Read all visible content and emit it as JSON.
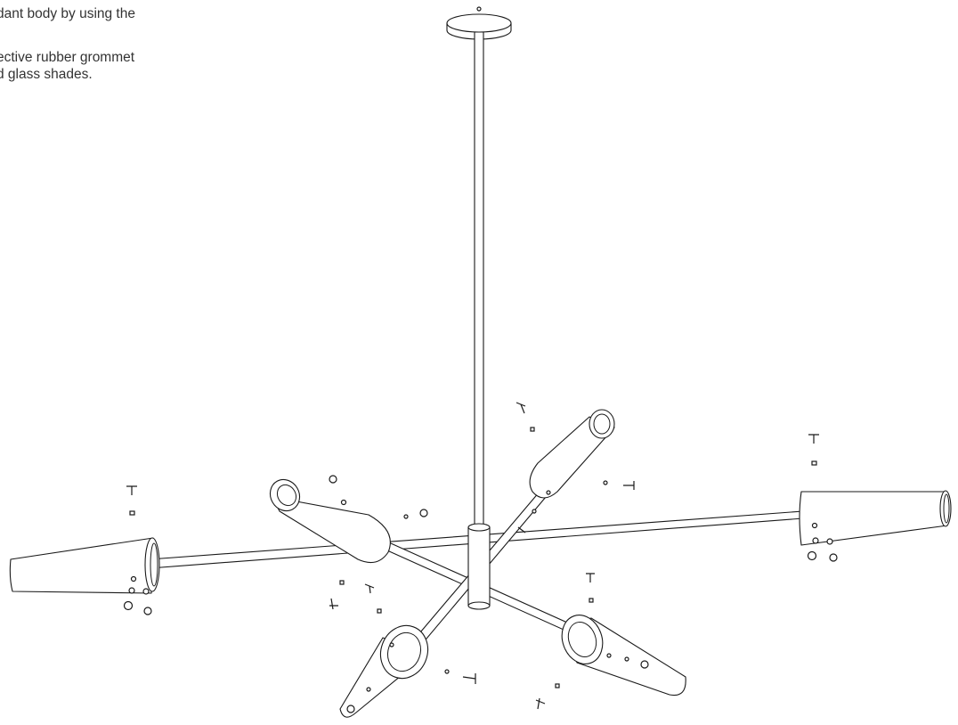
{
  "instructions": {
    "line1": "dant body by using the",
    "line2": "ective rubber grommet\nd glass shades."
  },
  "diagram": {
    "subject": "pendant lamp exploded assembly",
    "arms": 6,
    "components": [
      "canopy",
      "downrod",
      "hub",
      "arm",
      "glass-shade",
      "screw",
      "rubber-grommet",
      "washer",
      "nut"
    ]
  }
}
